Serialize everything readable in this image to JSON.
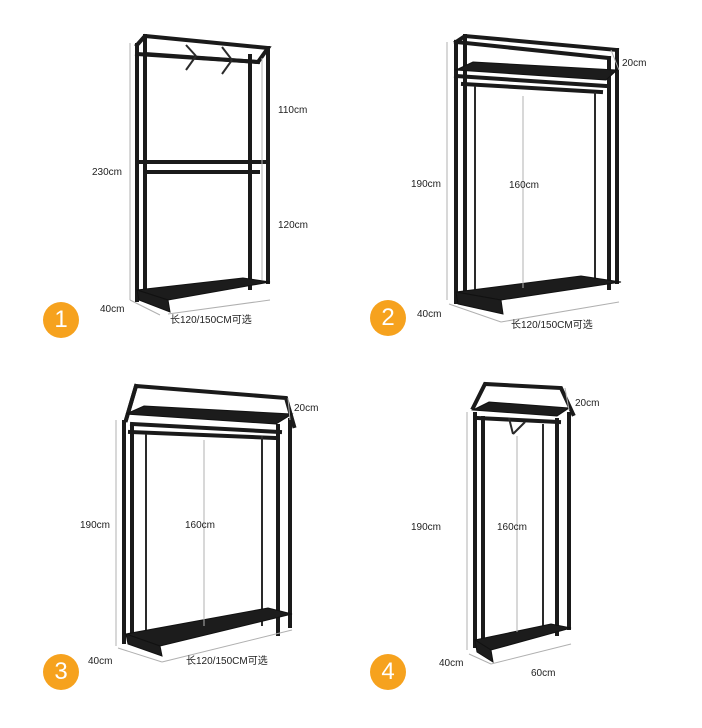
{
  "panels": [
    {
      "number": "1",
      "dims": {
        "total_height": "230cm",
        "upper": "110cm",
        "lower": "120cm",
        "depth": "40cm",
        "length": "长120/150CM可选"
      }
    },
    {
      "number": "2",
      "dims": {
        "top": "20cm",
        "height": "190cm",
        "inner": "160cm",
        "depth": "40cm",
        "length": "长120/150CM可选"
      }
    },
    {
      "number": "3",
      "dims": {
        "top": "20cm",
        "height": "190cm",
        "inner": "160cm",
        "depth": "40cm",
        "length": "长120/150CM可选"
      }
    },
    {
      "number": "4",
      "dims": {
        "top": "20cm",
        "height": "190cm",
        "inner": "160cm",
        "depth": "40cm",
        "width": "60cm"
      }
    }
  ],
  "colors": {
    "frame": "#1a1a1a",
    "badge": "#f6a21e",
    "dimension_line": "#b0b0b0"
  }
}
